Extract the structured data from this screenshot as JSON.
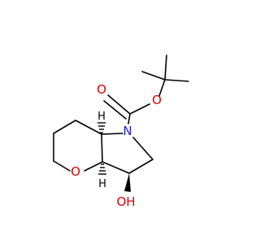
{
  "molecule": {
    "atom_labels": {
      "ring_nitrogen": "N",
      "carbonyl_oxygen": "O",
      "ester_oxygen": "O",
      "ring_oxygen": "O",
      "hydroxyl": "OH",
      "stereo_h_top": "H",
      "stereo_h_bottom": "H"
    },
    "colors": {
      "bond": "#000000",
      "nitrogen": "#2020e0",
      "oxygen": "#e00000",
      "hydrogen": "#000000"
    }
  }
}
